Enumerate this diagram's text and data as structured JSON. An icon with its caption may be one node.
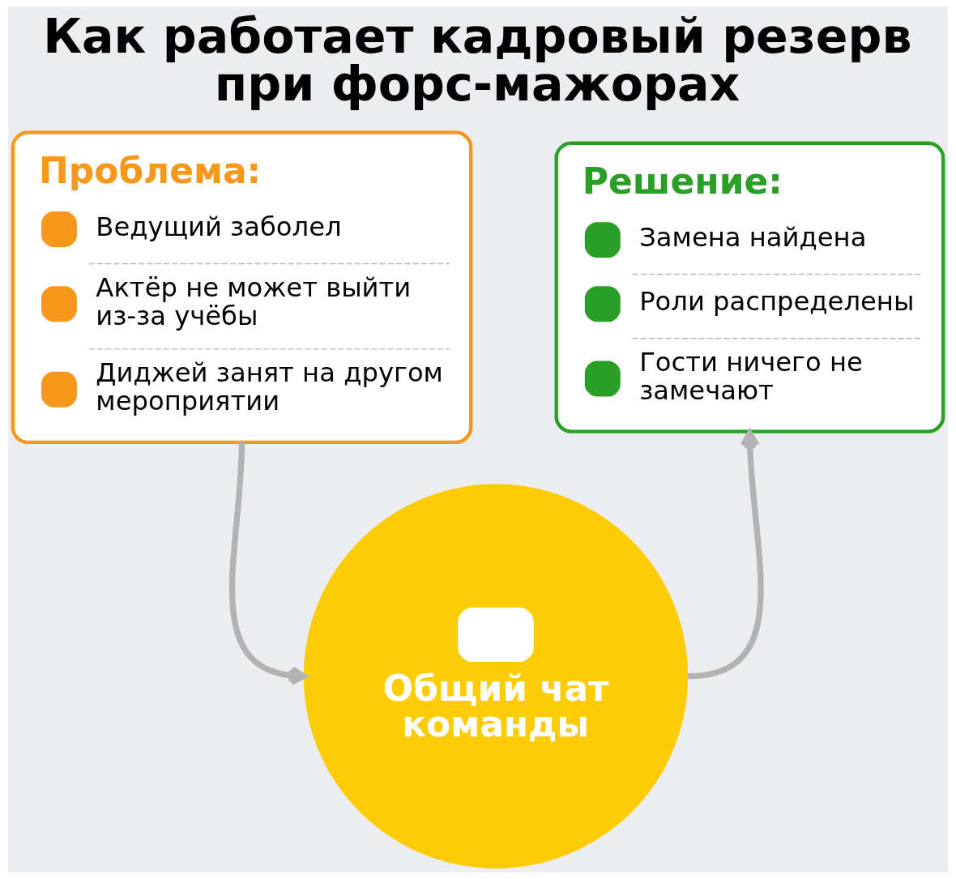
{
  "diagram": {
    "title": "Как работает кадровый резерв при форс-мажорах",
    "nodes": [
      {
        "text": [
          "Проблема:",
          "Ведущий заболел",
          "Актёр не может выйти из-за учёбы",
          "Диджей занят на другом мероприятии"
        ]
      },
      {
        "text": [
          "Решение:",
          "Замена найдена",
          "Роли распределены",
          "Гости ничего не замечают"
        ]
      },
      {
        "text": [
          "Общий чат команды"
        ]
      }
    ],
    "edges": [
      {
        "from": 0,
        "to": 2,
        "arrow": "to"
      },
      {
        "from": 2,
        "to": 1,
        "arrow": "to"
      }
    ]
  }
}
